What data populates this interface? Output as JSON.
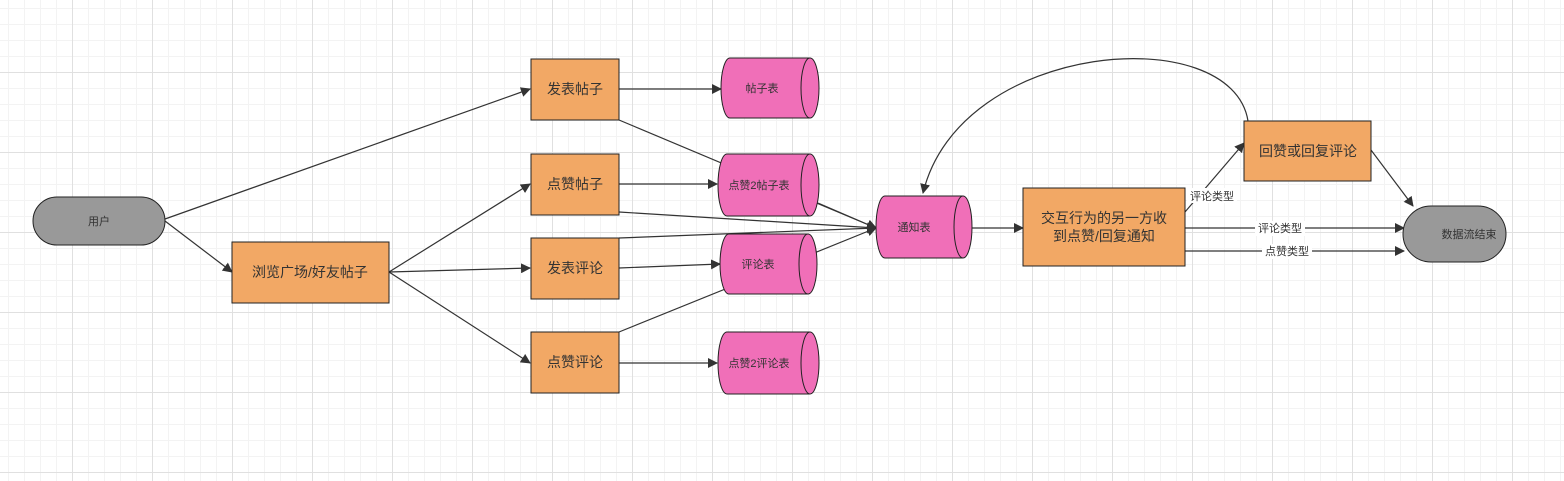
{
  "colors": {
    "process_fill": "#f2a865",
    "store_fill": "#f06fb8",
    "terminal_fill": "#999999",
    "stroke": "#222222",
    "edge": "#333333"
  },
  "nodes": {
    "user": {
      "label": "用户"
    },
    "browse": {
      "label": "浏览广场/好友帖子"
    },
    "post": {
      "label": "发表帖子"
    },
    "like_post": {
      "label": "点赞帖子"
    },
    "comment": {
      "label": "发表评论"
    },
    "like_comment": {
      "label": "点赞评论"
    },
    "post_table": {
      "label": "帖子表"
    },
    "like_post_table": {
      "label": "点赞2帖子表"
    },
    "comment_table": {
      "label": "评论表"
    },
    "like_comment_table": {
      "label": "点赞2评论表"
    },
    "notify_table": {
      "label": "通知表"
    },
    "receive": {
      "label_line1": "交互行为的另一方收",
      "label_line2": "到点赞/回复通知"
    },
    "reply": {
      "label": "回赞或回复评论"
    },
    "end": {
      "label": "数据流结束"
    }
  },
  "edges": {
    "comment_type_up": "评论类型",
    "comment_type": "评论类型",
    "like_type": "点赞类型"
  }
}
